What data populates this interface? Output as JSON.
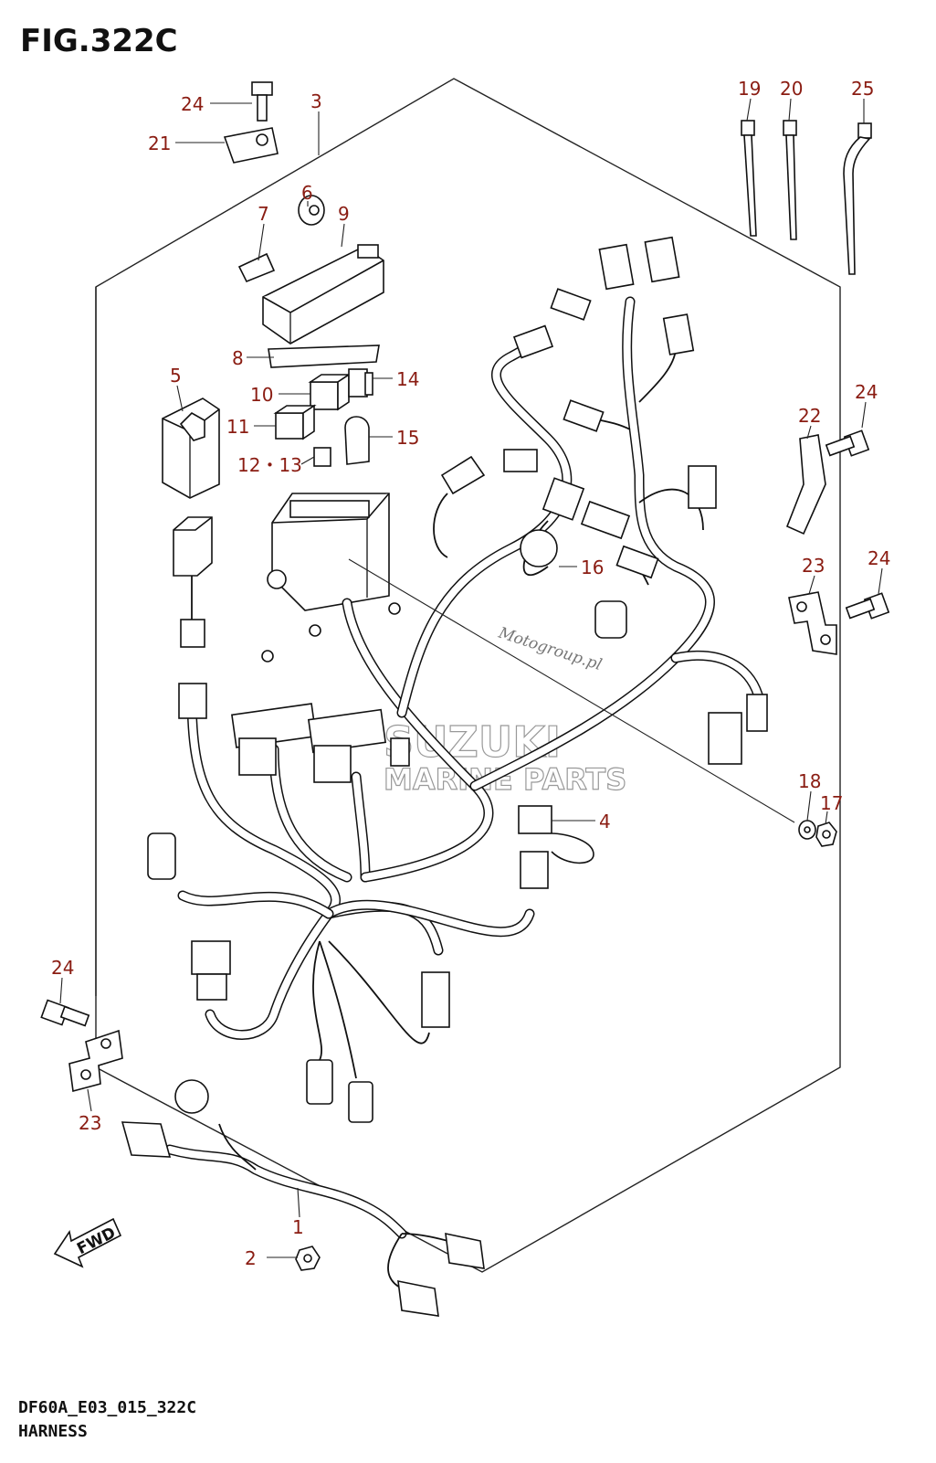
{
  "figure": {
    "title": "FIG.322C"
  },
  "footer": {
    "code": "DF60A_E03_015_322C",
    "name": "HARNESS"
  },
  "direction_tag": "FWD",
  "watermarks": {
    "site": "Motogroup.pl",
    "brand": "SUZUKI",
    "brand_sub": "MARINE PARTS"
  },
  "labels": {
    "l1": "1",
    "l2": "2",
    "l3": "3",
    "l4": "4",
    "l5": "5",
    "l6": "6",
    "l7": "7",
    "l8": "8",
    "l9": "9",
    "l10": "10",
    "l11": "11",
    "l12_13": "12・13",
    "l14": "14",
    "l15": "15",
    "l16": "16",
    "l17": "17",
    "l18": "18",
    "l19": "19",
    "l20": "20",
    "l21": "21",
    "l22": "22",
    "l23a": "23",
    "l23b": "23",
    "l24a": "24",
    "l24b": "24",
    "l24c": "24",
    "l24d": "24",
    "l25": "25"
  },
  "colors": {
    "label": "#8a1c12",
    "line": "#111111"
  }
}
